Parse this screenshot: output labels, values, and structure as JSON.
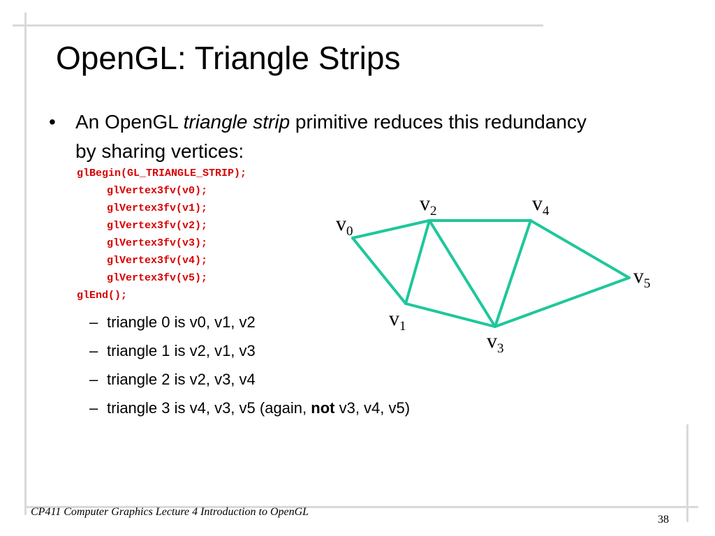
{
  "slide": {
    "title": "OpenGL: Triangle Strips",
    "bullet": {
      "marker": "•",
      "pre": "An OpenGL ",
      "em": "triangle strip",
      "post": " primitive reduces this redundancy by sharing vertices:"
    },
    "code": [
      "glBegin(GL_TRIANGLE_STRIP);",
      "glVertex3fv(v0);",
      "glVertex3fv(v1);",
      "glVertex3fv(v2);",
      "glVertex3fv(v3);",
      "glVertex3fv(v4);",
      "glVertex3fv(v5);",
      "glEnd();"
    ],
    "subitems": [
      {
        "dash": "–",
        "text": "triangle 0 is v0, v1, v2"
      },
      {
        "dash": "–",
        "text": "triangle 1 is v2, v1, v3"
      },
      {
        "dash": "–",
        "text": "triangle 2 is v2, v3, v4"
      },
      {
        "dash": "–",
        "pre": "triangle 3 is v4, v3, v5 (again, ",
        "bold": "not",
        "post": " v3, v4, v5)"
      }
    ],
    "diagram": {
      "stroke_color": "#1ec79b",
      "vertices": [
        {
          "letter": "v",
          "index": "0"
        },
        {
          "letter": "v",
          "index": "1"
        },
        {
          "letter": "v",
          "index": "2"
        },
        {
          "letter": "v",
          "index": "3"
        },
        {
          "letter": "v",
          "index": "4"
        },
        {
          "letter": "v",
          "index": "5"
        }
      ]
    },
    "footer": {
      "course": "CP411 Computer Graphics Lecture 4 Introduction to OpenGL",
      "page": "38"
    }
  }
}
